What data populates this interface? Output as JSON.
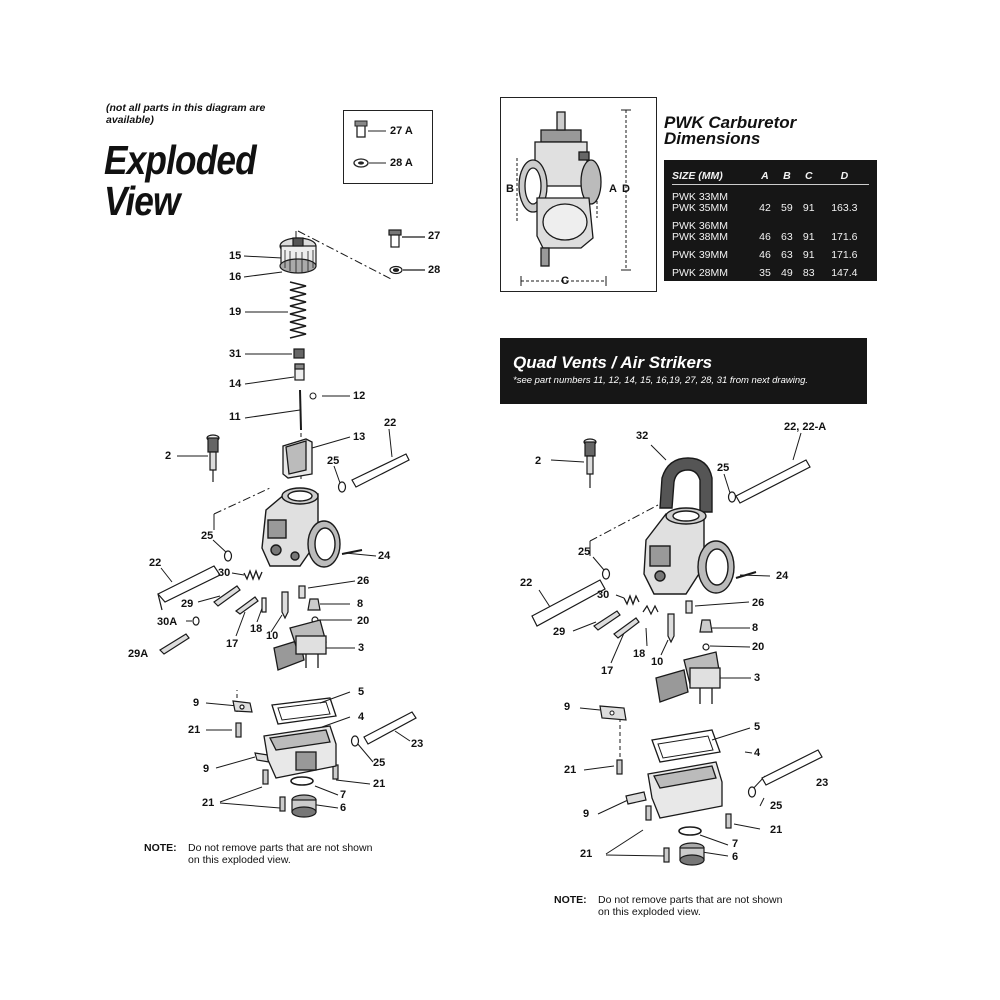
{
  "left": {
    "availability_note": "(not all parts in this diagram are available)",
    "title_line1": "Exploded",
    "title_line2": "View",
    "inset_labels": [
      "27 A",
      "28 A"
    ],
    "part_labels": [
      {
        "key": "27",
        "text": "27"
      },
      {
        "key": "28",
        "text": "28"
      },
      {
        "key": "15",
        "text": "15"
      },
      {
        "key": "16",
        "text": "16"
      },
      {
        "key": "19",
        "text": "19"
      },
      {
        "key": "31",
        "text": "31"
      },
      {
        "key": "14",
        "text": "14"
      },
      {
        "key": "12",
        "text": "12"
      },
      {
        "key": "11",
        "text": "11"
      },
      {
        "key": "13",
        "text": "13"
      },
      {
        "key": "22a",
        "text": "22"
      },
      {
        "key": "2",
        "text": "2"
      },
      {
        "key": "25a",
        "text": "25"
      },
      {
        "key": "25b",
        "text": "25"
      },
      {
        "key": "22b",
        "text": "22"
      },
      {
        "key": "24",
        "text": "24"
      },
      {
        "key": "30",
        "text": "30"
      },
      {
        "key": "26",
        "text": "26"
      },
      {
        "key": "29",
        "text": "29"
      },
      {
        "key": "8",
        "text": "8"
      },
      {
        "key": "18",
        "text": "18"
      },
      {
        "key": "10",
        "text": "10"
      },
      {
        "key": "17",
        "text": "17"
      },
      {
        "key": "20",
        "text": "20"
      },
      {
        "key": "30A",
        "text": "30A"
      },
      {
        "key": "3",
        "text": "3"
      },
      {
        "key": "29A",
        "text": "29A"
      },
      {
        "key": "9a",
        "text": "9"
      },
      {
        "key": "5",
        "text": "5"
      },
      {
        "key": "21a",
        "text": "21"
      },
      {
        "key": "4",
        "text": "4"
      },
      {
        "key": "23",
        "text": "23"
      },
      {
        "key": "9b",
        "text": "9"
      },
      {
        "key": "25c",
        "text": "25"
      },
      {
        "key": "21b",
        "text": "21"
      },
      {
        "key": "7",
        "text": "7"
      },
      {
        "key": "21c",
        "text": "21"
      },
      {
        "key": "6",
        "text": "6"
      }
    ],
    "note_label": "NOTE:",
    "note_line1": "Do not remove parts that are not shown",
    "note_line2": "on this exploded view."
  },
  "dimensions": {
    "title_line1": "PWK Carburetor",
    "title_line2": "Dimensions",
    "dim_letters": [
      "B",
      "A",
      "D",
      "C"
    ],
    "columns": [
      "SIZE (MM)",
      "A",
      "B",
      "C",
      "D"
    ],
    "rows": [
      {
        "size_top": "PWK 33MM",
        "size": "PWK 35MM",
        "a": "42",
        "b": "59",
        "c": "91",
        "d": "163.3"
      },
      {
        "size_top": "PWK 36MM",
        "size": "PWK 38MM",
        "a": "46",
        "b": "63",
        "c": "91",
        "d": "171.6"
      },
      {
        "size_top": "",
        "size": "PWK 39MM",
        "a": "46",
        "b": "63",
        "c": "91",
        "d": "171.6"
      },
      {
        "size_top": "",
        "size": "PWK 28MM",
        "a": "35",
        "b": "49",
        "c": "83",
        "d": "147.4"
      }
    ]
  },
  "quad": {
    "title": "Quad Vents / Air Strikers",
    "subtitle": "*see part numbers 11, 12, 14, 15, 16,19, 27, 28, 31 from next drawing.",
    "part_labels": [
      {
        "key": "32",
        "text": "32"
      },
      {
        "key": "22-22A",
        "text": "22, 22-A"
      },
      {
        "key": "2",
        "text": "2"
      },
      {
        "key": "25a",
        "text": "25"
      },
      {
        "key": "25b",
        "text": "25"
      },
      {
        "key": "22",
        "text": "22"
      },
      {
        "key": "24",
        "text": "24"
      },
      {
        "key": "30",
        "text": "30"
      },
      {
        "key": "26",
        "text": "26"
      },
      {
        "key": "29",
        "text": "29"
      },
      {
        "key": "8",
        "text": "8"
      },
      {
        "key": "18",
        "text": "18"
      },
      {
        "key": "10",
        "text": "10"
      },
      {
        "key": "20",
        "text": "20"
      },
      {
        "key": "17",
        "text": "17"
      },
      {
        "key": "3",
        "text": "3"
      },
      {
        "key": "9a",
        "text": "9"
      },
      {
        "key": "5",
        "text": "5"
      },
      {
        "key": "4",
        "text": "4"
      },
      {
        "key": "21a",
        "text": "21"
      },
      {
        "key": "23",
        "text": "23"
      },
      {
        "key": "25c",
        "text": "25"
      },
      {
        "key": "9b",
        "text": "9"
      },
      {
        "key": "21b",
        "text": "21"
      },
      {
        "key": "7",
        "text": "7"
      },
      {
        "key": "21c",
        "text": "21"
      },
      {
        "key": "6",
        "text": "6"
      }
    ],
    "note_label": "NOTE:",
    "note_line1": "Do not remove parts that are not shown",
    "note_line2": "on this exploded view."
  }
}
